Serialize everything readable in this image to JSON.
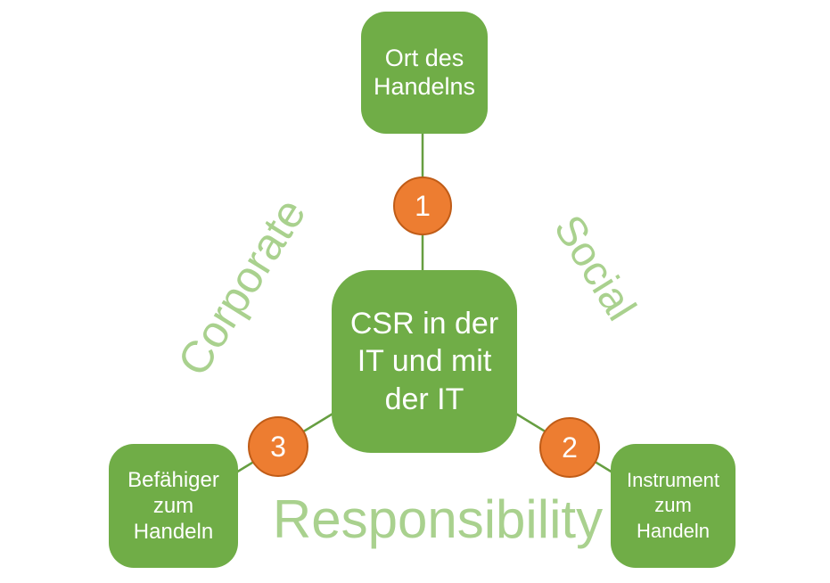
{
  "colors": {
    "node_green": "#70ad47",
    "line_green": "#669e41",
    "accent_light_green": "#a9d18e",
    "badge_orange": "#ed7d31",
    "badge_border": "#c05c17",
    "text_white": "#ffffff"
  },
  "nodes": {
    "top": {
      "label": "Ort des Handelns",
      "lines": [
        "Ort des",
        "Handelns"
      ]
    },
    "center": {
      "label": "CSR in der IT und mit der IT",
      "lines": [
        "CSR in der",
        "IT und mit",
        "der IT"
      ]
    },
    "bottom_left": {
      "label": "Befähiger zum Handeln",
      "lines": [
        "Befähiger",
        "zum",
        "Handeln"
      ]
    },
    "bottom_right": {
      "label": "Instrument zum Handeln",
      "lines": [
        "Instrument",
        "zum",
        "Handeln"
      ]
    }
  },
  "badges": {
    "one": "1",
    "two": "2",
    "three": "3"
  },
  "background_words": {
    "corporate": "Corporate",
    "social": "Social",
    "responsibility": "Responsibility"
  }
}
